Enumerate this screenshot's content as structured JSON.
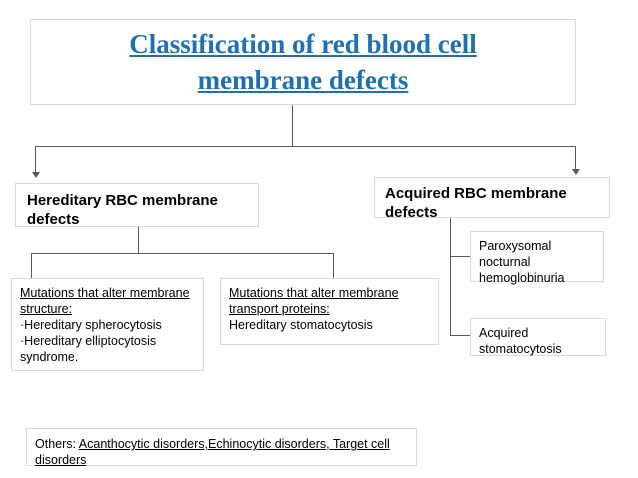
{
  "title": {
    "line1": "Classification of red blood cell",
    "line2": "membrane defects",
    "color": "#1F6FB4"
  },
  "level2": {
    "hereditary": "Hereditary RBC membrane defects",
    "acquired": "Acquired RBC membrane defects"
  },
  "level3": {
    "mutations_structure": {
      "heading": "Mutations that alter membrane structure:",
      "items": [
        "·Hereditary spherocytosis",
        "·Hereditary elliptocytosis",
        "syndrome."
      ]
    },
    "mutations_transport": {
      "heading": "Mutations that alter membrane transport proteins:",
      "body": "Hereditary stomatocytosis"
    },
    "pnh": "Paroxysomal nocturnal hemoglobinuria",
    "acquired_stomatocytosis": "Acquired stomatocytosis"
  },
  "others": {
    "label": "Others: ",
    "content": "Acanthocytic disorders,Echinocytic disorders, Target cell disorders"
  },
  "styling": {
    "border_color": "#d9d9d9",
    "connector_color": "#5a5a5a",
    "text_color": "#000000"
  }
}
